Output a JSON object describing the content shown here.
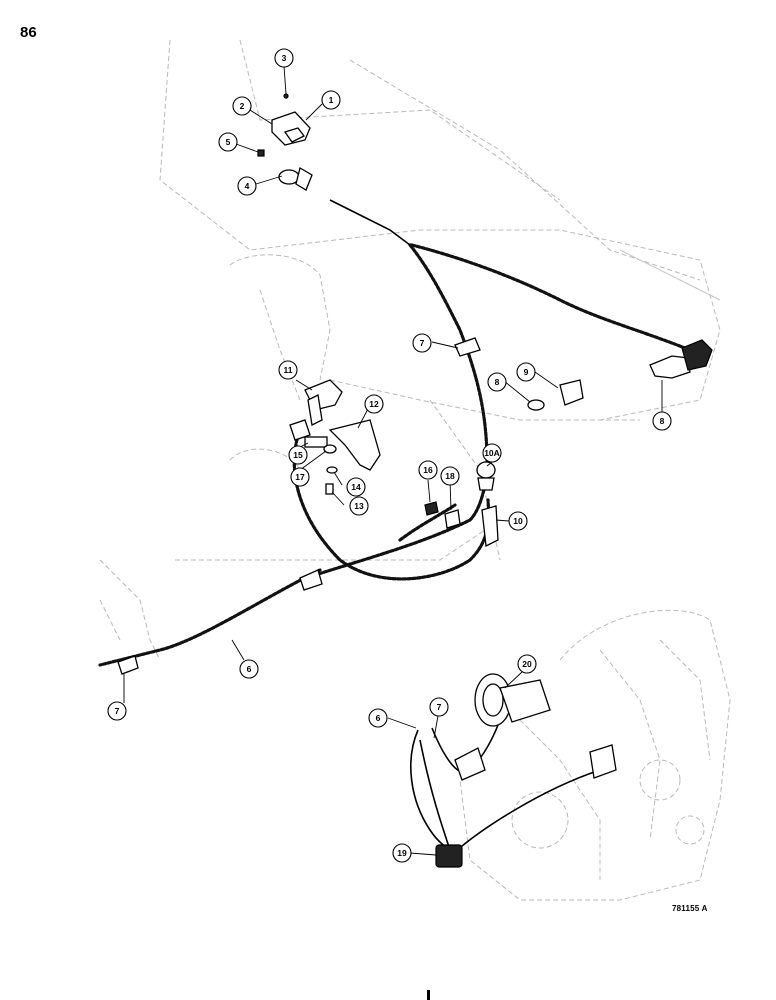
{
  "page": {
    "number": "86",
    "drawing_id": "781155 A"
  },
  "callouts": [
    {
      "id": "c1",
      "label": "1"
    },
    {
      "id": "c2",
      "label": "2"
    },
    {
      "id": "c3",
      "label": "3"
    },
    {
      "id": "c4",
      "label": "4"
    },
    {
      "id": "c5",
      "label": "5"
    },
    {
      "id": "c6a",
      "label": "6"
    },
    {
      "id": "c6b",
      "label": "6"
    },
    {
      "id": "c7a",
      "label": "7"
    },
    {
      "id": "c7b",
      "label": "7"
    },
    {
      "id": "c7c",
      "label": "7"
    },
    {
      "id": "c8a",
      "label": "8"
    },
    {
      "id": "c8b",
      "label": "8"
    },
    {
      "id": "c9",
      "label": "9"
    },
    {
      "id": "c10",
      "label": "10"
    },
    {
      "id": "c10a",
      "label": "10A"
    },
    {
      "id": "c11",
      "label": "11"
    },
    {
      "id": "c12",
      "label": "12"
    },
    {
      "id": "c13",
      "label": "13"
    },
    {
      "id": "c14",
      "label": "14"
    },
    {
      "id": "c15",
      "label": "15"
    },
    {
      "id": "c16",
      "label": "16"
    },
    {
      "id": "c17",
      "label": "17"
    },
    {
      "id": "c18",
      "label": "18"
    },
    {
      "id": "c19",
      "label": "19"
    },
    {
      "id": "c20",
      "label": "20"
    }
  ]
}
